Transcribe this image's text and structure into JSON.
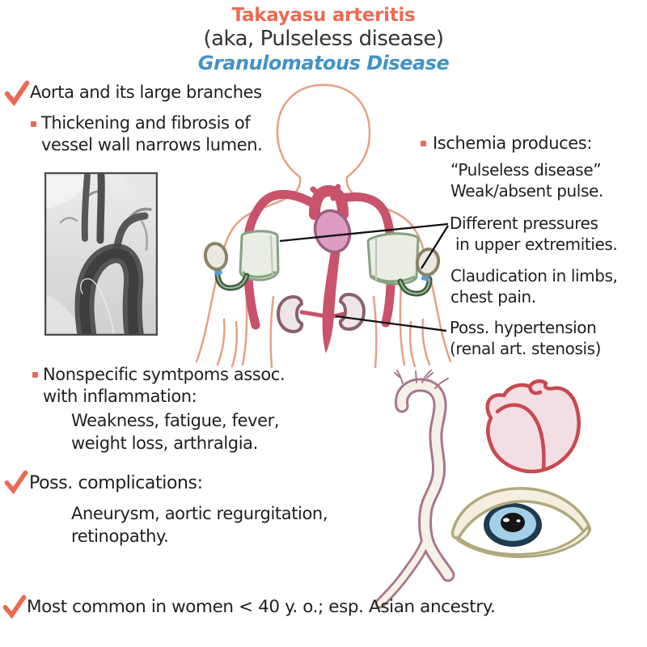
{
  "colors": {
    "accent_salmon": "#ed6a52",
    "ink": "#1f1f1f",
    "category_blue": "#4292c6",
    "artery_red": "#c8536b",
    "body_outline_peach": "#e6a184",
    "cuff_green": "#85a381",
    "kidney_mauve": "#8a5f6e",
    "iris_blue": "#a3cfe8"
  },
  "icons": {
    "check_icon": "checkmark",
    "bullet_icon": "square"
  },
  "header": {
    "title": "Takayasu arteritis",
    "alias": "(aka, Pulseless disease)",
    "category": "Granulomatous Disease"
  },
  "aorta_section": {
    "heading": "Aorta and its large branches",
    "sub_line1": "Thickening and fibrosis of",
    "sub_line2": "vessel wall narrows lumen."
  },
  "ischemia_section": {
    "heading": "Ischemia produces:",
    "pulseless_line1": "“Pulseless disease”",
    "pulseless_line2": "Weak/absent pulse.",
    "pressures_line1": "Different pressures",
    "pressures_line2": "in upper extremities.",
    "claudication_line1": "Claudication in limbs,",
    "claudication_line2": "chest pain.",
    "hypertension_line1": "Poss. hypertension",
    "hypertension_line2": "(renal art. stenosis)"
  },
  "nonspecific_section": {
    "line1": "Nonspecific symtpoms assoc.",
    "line2": "with inflammation:",
    "detail_line1": "Weakness, fatigue, fever,",
    "detail_line2": "weight loss, arthralgia."
  },
  "complications_section": {
    "heading": "Poss. complications:",
    "detail_line1": "Aneurysm, aortic regurgitation,",
    "detail_line2": "retinopathy."
  },
  "epidemiology": {
    "text": "Most common in women < 40 y. o.; esp. Asian ancestry."
  }
}
